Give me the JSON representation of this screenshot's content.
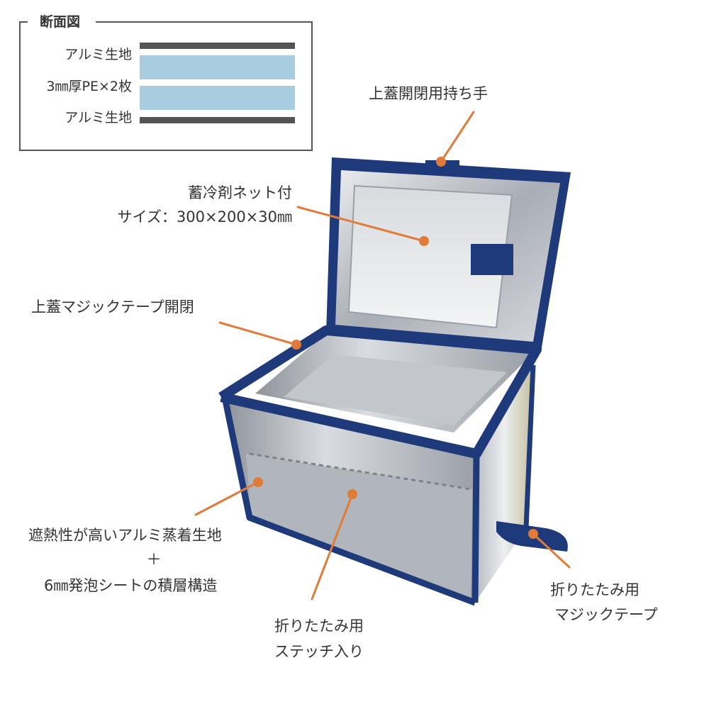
{
  "section": {
    "title": "断面図",
    "layers": [
      {
        "label": "アルミ生地",
        "color": "#555555"
      },
      {
        "label": "3㎜厚PE×2枚",
        "color": "#a8cde0"
      },
      {
        "label": "アルミ生地",
        "color": "#555555"
      }
    ]
  },
  "callouts": {
    "lid_handle": "上蓋開閉用持ち手",
    "ice_net_1": "蓄冷剤ネット付",
    "ice_net_2": "サイズ：300×200×30㎜",
    "velcro_lid": "上蓋マジックテープ開閉",
    "material_1": "遮熱性が高いアルミ蒸着生地",
    "material_2": "＋",
    "material_3": "6㎜発泡シートの積層構造",
    "stitch_1": "折りたたみ用",
    "stitch_2": "ステッチ入り",
    "fold_velcro_1": "折りたたみ用",
    "fold_velcro_2": "マジックテープ"
  },
  "colors": {
    "leader": "#e07b39",
    "navy": "#1f3a7a",
    "silver": "#c9ccd1"
  }
}
